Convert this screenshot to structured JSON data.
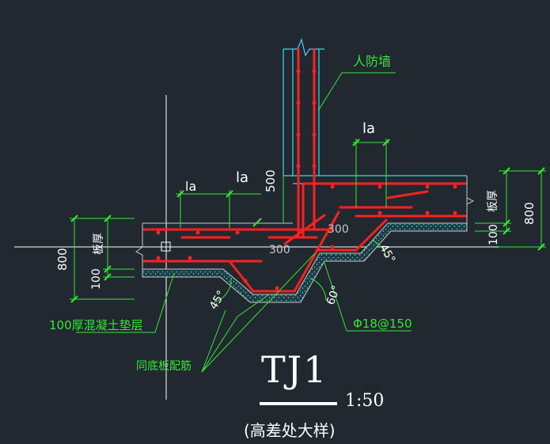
{
  "drawing": {
    "labels": {
      "civil_defense_wall": "人防墙",
      "la_1": "la",
      "la_2": "la",
      "dim_500": "500",
      "dim_300_a": "300",
      "dim_300_b": "300",
      "slab_thickness_left": "板厚",
      "slab_thickness_right": "板厚",
      "dim_800_left": "800",
      "dim_100_left": "100",
      "dim_800_right": "800",
      "dim_100_right": "100",
      "angle_45_left": "45°",
      "angle_60": "60°",
      "angle_45_right": "45°",
      "concrete_cushion": "100厚混凝土垫层",
      "rebar_spec": "Φ18@150",
      "same_bottom_rebar": "同底板配筋"
    },
    "title": {
      "code": "TJ1",
      "scale": "1:50",
      "subtitle": "(高差处大样)"
    },
    "colors": {
      "background": "#212830",
      "rebar": "#ff2020",
      "concrete_outline": "#c8c8c8",
      "hatch": "#2bd4d4",
      "dimension": "#34e834",
      "leader": "#34e834",
      "axis": "#ffffff",
      "wall_outline": "#3cd6f0"
    }
  }
}
